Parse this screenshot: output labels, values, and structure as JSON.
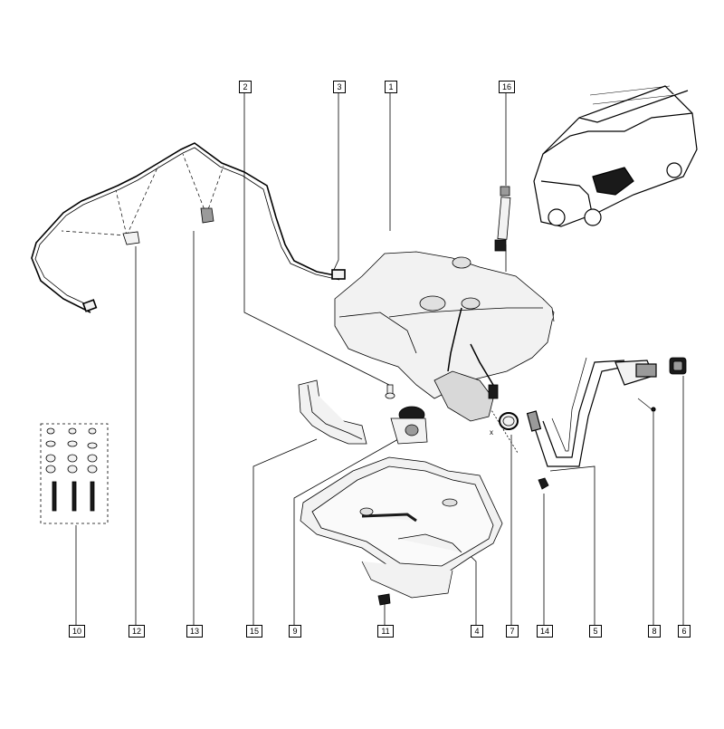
{
  "diagram": {
    "callouts": [
      {
        "id": "label-10",
        "text": "10"
      },
      {
        "id": "label-12",
        "text": "12"
      },
      {
        "id": "label-13",
        "text": "13"
      },
      {
        "id": "label-15",
        "text": "15"
      },
      {
        "id": "label-9",
        "text": "9"
      },
      {
        "id": "label-11",
        "text": "11"
      },
      {
        "id": "label-4",
        "text": "4"
      },
      {
        "id": "label-7",
        "text": "7"
      },
      {
        "id": "label-14",
        "text": "14"
      },
      {
        "id": "label-5",
        "text": "5"
      },
      {
        "id": "label-8",
        "text": "8"
      },
      {
        "id": "label-6",
        "text": "6"
      },
      {
        "id": "label-2",
        "text": "2"
      },
      {
        "id": "label-3",
        "text": "3"
      },
      {
        "id": "label-1",
        "text": "1"
      },
      {
        "id": "label-16",
        "text": "16"
      }
    ],
    "axis_marker": "x",
    "colors": {
      "line": "#000000",
      "part_fill": "#f2f2f2",
      "shade": "#9a9a9a",
      "dark": "#1a1a1a",
      "background": "#ffffff"
    }
  }
}
